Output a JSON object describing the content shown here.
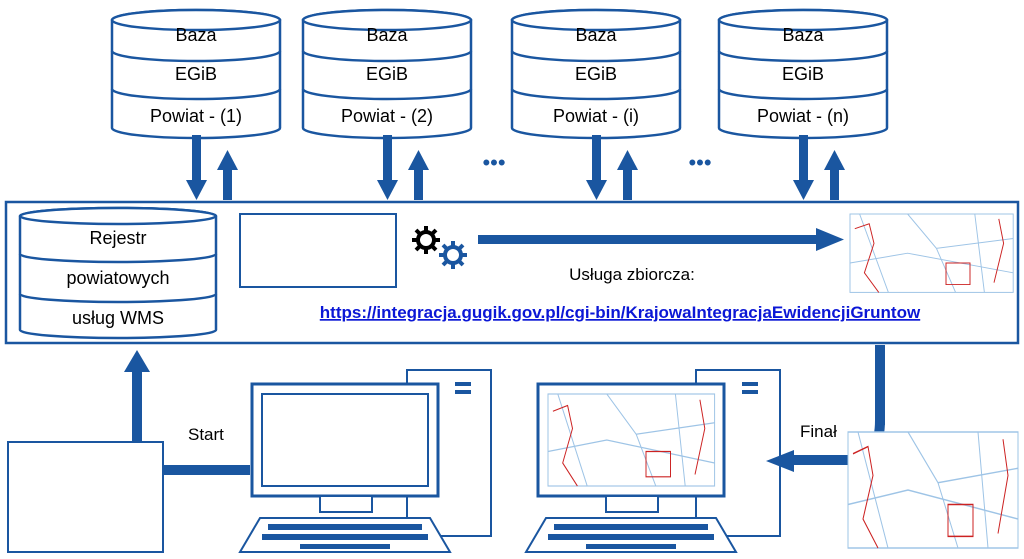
{
  "databases": [
    {
      "line1": "Baza",
      "line2": "EGiB",
      "line3": "Powiat - (1)"
    },
    {
      "line1": "Baza",
      "line2": "EGiB",
      "line3": "Powiat - (2)"
    },
    {
      "line1": "Baza",
      "line2": "EGiB",
      "line3": "Powiat - (i)"
    },
    {
      "line1": "Baza",
      "line2": "EGiB",
      "line3": "Powiat - (n)"
    }
  ],
  "ellipsis": [
    "•••",
    "•••"
  ],
  "registry": {
    "line1": "Rejestr",
    "line2": "powiatowych",
    "line3": "usług WMS"
  },
  "service": {
    "label": "Usługa zbiorcza:",
    "url": "https://integracja.gugik.gov.pl/cgi-bin/KrajowaIntegracjaEwidencjiGruntow"
  },
  "labels": {
    "start": "Start",
    "final": "Finał"
  },
  "icons": [
    "gear-icon",
    "gear-icon",
    "computer-icon",
    "computer-icon",
    "keyboard-icon",
    "map-thumbnail"
  ],
  "colors": {
    "accent": "#1a56a0",
    "link": "#0b17d6",
    "parcel_line": "#cc2222",
    "map_line": "#9ec4e6"
  }
}
